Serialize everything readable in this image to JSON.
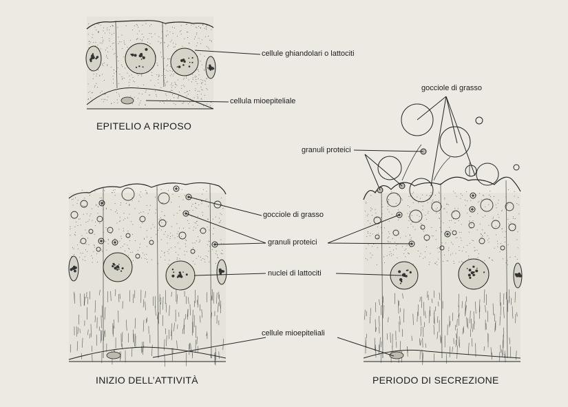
{
  "labels": {
    "ghiandolari": "cellule ghiandolari o lattociti",
    "mioepiteliale": "cellula mioepiteliale",
    "gocciole_mid": "gocciole di grasso",
    "granuli_mid": "granuli proteici",
    "nuclei": "nuclei di lattociti",
    "mioepiteliali": "cellule mioepiteliali",
    "gocciole_right": "gocciole di grasso",
    "granuli_right": "granuli proteici"
  },
  "captions": {
    "riposo": "EPITELIO A RIPOSO",
    "inizio": "INIZIO DELL’ATTIVITÀ",
    "secrezione": "PERIODO DI SECREZIONE"
  },
  "colors": {
    "paper": "#eceae3",
    "ink": "#1c1c1c",
    "tissue": "#e6e3da",
    "nucleus": "#d6d3c9"
  }
}
